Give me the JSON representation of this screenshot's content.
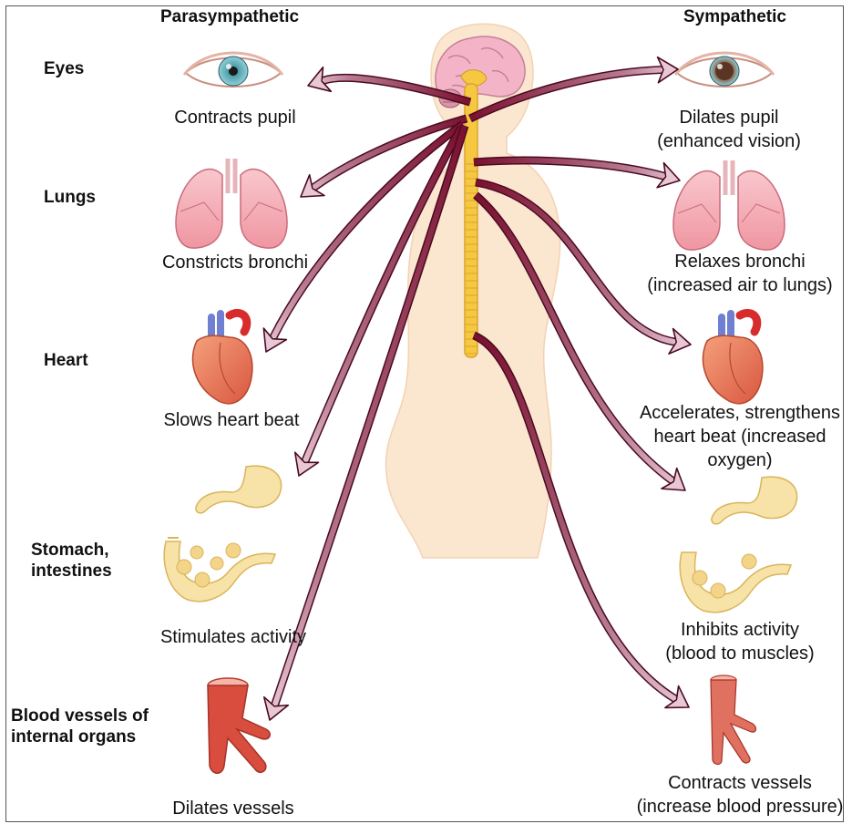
{
  "headers": {
    "left": "Parasympathetic",
    "right": "Sympathetic"
  },
  "organs": [
    {
      "lines": [
        "Eyes"
      ]
    },
    {
      "lines": [
        "Lungs"
      ]
    },
    {
      "lines": [
        "Heart"
      ]
    },
    {
      "lines": [
        "Stomach,",
        "intestines"
      ]
    },
    {
      "lines": [
        "Blood vessels of",
        "internal organs"
      ]
    }
  ],
  "parasympathetic_effects": [
    {
      "lines": [
        "Contracts pupil"
      ]
    },
    {
      "lines": [
        "Constricts bronchi"
      ]
    },
    {
      "lines": [
        "Slows heart beat"
      ]
    },
    {
      "lines": [
        "Stimulates activity"
      ]
    },
    {
      "lines": [
        "Dilates vessels"
      ]
    }
  ],
  "sympathetic_effects": [
    {
      "lines": [
        "Dilates pupil",
        "(enhanced vision)"
      ]
    },
    {
      "lines": [
        "Relaxes bronchi",
        "(increased air to lungs)"
      ]
    },
    {
      "lines": [
        "Accelerates, strengthens",
        "heart beat (increased",
        "oxygen)"
      ]
    },
    {
      "lines": [
        "Inhibits activity",
        "(blood to muscles)"
      ]
    },
    {
      "lines": [
        "Contracts vessels",
        "(increase blood pressure)"
      ]
    }
  ],
  "colors": {
    "nerve_dark": "#7a1030",
    "nerve_light": "#e8c8d6",
    "body": "#fbe6d0",
    "spinal_cord": "#f6c842",
    "brain": "#f3b4c8",
    "organ_pink": "#f6b3bc",
    "heart": "#e8745a",
    "stomach": "#f7e2a8",
    "vessel": "#d94d3f"
  },
  "icons": [
    "eye-icon",
    "lungs-icon",
    "heart-icon",
    "digestive-icon",
    "blood-vessel-icon",
    "brain-icon",
    "spinal-cord-icon"
  ]
}
